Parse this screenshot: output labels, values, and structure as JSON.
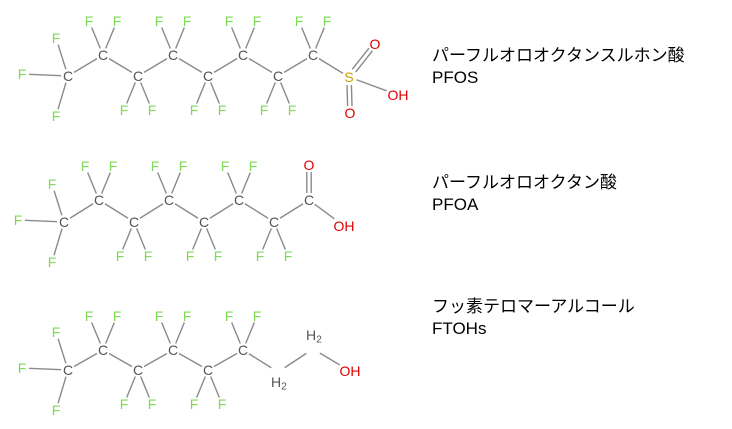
{
  "colors": {
    "fluorine": "#7ed957",
    "carbon": "#555555",
    "oxygen": "#e00000",
    "sulfur": "#c8a000",
    "bond": "#8a8a8a",
    "text": "#000000"
  },
  "compounds": [
    {
      "id": "pfos",
      "name": "パーフルオロオクタンスルホン酸",
      "abbr": "PFOS",
      "head": "SO3H"
    },
    {
      "id": "pfoa",
      "name": "パーフルオロオクタン酸",
      "abbr": "PFOA",
      "head": "COOH"
    },
    {
      "id": "ftoh",
      "name": "フッ素テロマーアルコール",
      "abbr": "FTOHs",
      "head": "CH2CH2OH"
    }
  ],
  "labels": {
    "F": "F",
    "C": "C",
    "S": "S",
    "O": "O",
    "OH": "OH",
    "H": "H",
    "sub2": "2"
  }
}
